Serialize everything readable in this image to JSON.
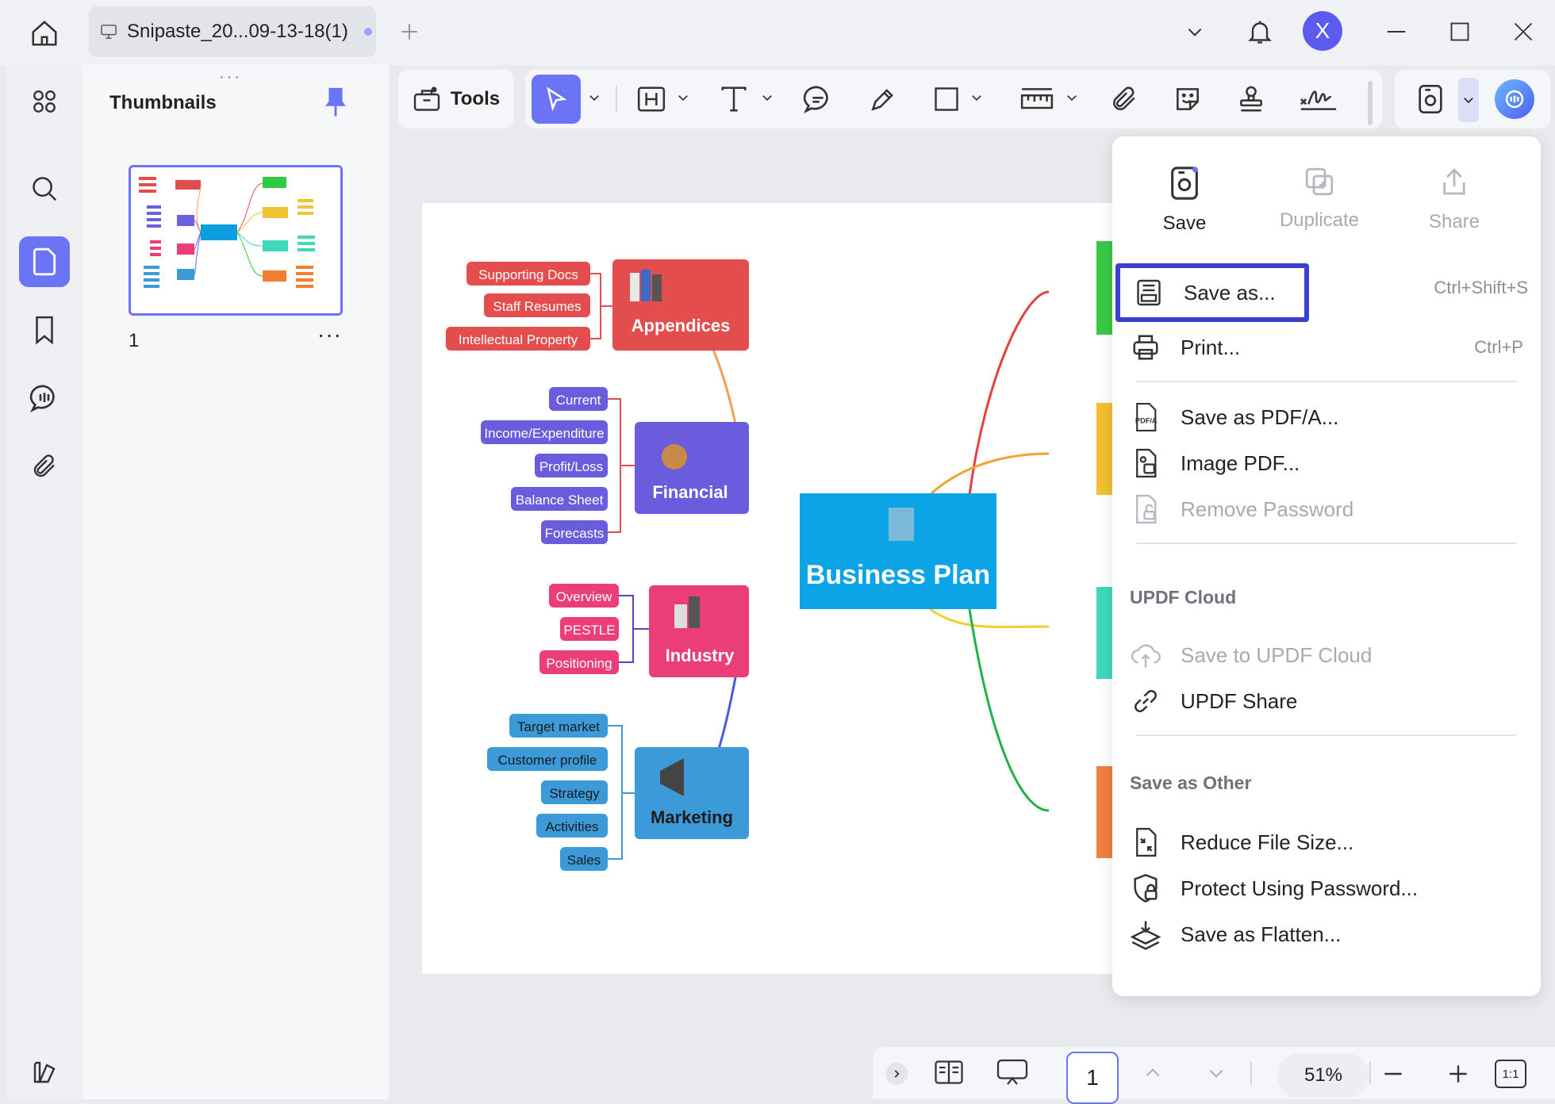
{
  "tab": {
    "title": "Snipaste_20...09-13-18(1)"
  },
  "user": {
    "avatar_letter": "X"
  },
  "thumbnails": {
    "title": "Thumbnails",
    "page_number": "1",
    "more": "···"
  },
  "toolbar": {
    "tools_label": "Tools"
  },
  "mindmap": {
    "center": "Business Plan",
    "appendices": {
      "title": "Appendices",
      "items": [
        "Supporting Docs",
        "Staff Resumes",
        "Intellectual Property"
      ]
    },
    "financial": {
      "title": "Financial",
      "items": [
        "Current",
        "Income/Expenditure",
        "Profit/Loss",
        "Balance Sheet",
        "Forecasts"
      ]
    },
    "industry": {
      "title": "Industry",
      "items": [
        "Overview",
        "PESTLE",
        "Positioning"
      ]
    },
    "marketing": {
      "title": "Marketing",
      "items": [
        "Target market",
        "Customer profile",
        "Strategy",
        "Activities",
        "Sales"
      ]
    }
  },
  "menu": {
    "quick_actions": [
      {
        "label": "Save",
        "icon": "save-icon",
        "enabled": true
      },
      {
        "label": "Duplicate",
        "icon": "duplicate-icon",
        "enabled": false
      },
      {
        "label": "Share",
        "icon": "share-icon",
        "enabled": false
      }
    ],
    "save_as": {
      "label": "Save as...",
      "shortcut": "Ctrl+Shift+S"
    },
    "print": {
      "label": "Print...",
      "shortcut": "Ctrl+P"
    },
    "save_pdfa": {
      "label": "Save as PDF/A..."
    },
    "image_pdf": {
      "label": "Image PDF..."
    },
    "remove_password": {
      "label": "Remove Password"
    },
    "cloud_section": "UPDF Cloud",
    "save_cloud": {
      "label": "Save to UPDF Cloud"
    },
    "updf_share": {
      "label": "UPDF Share"
    },
    "other_section": "Save as Other",
    "reduce": {
      "label": "Reduce File Size..."
    },
    "protect": {
      "label": "Protect Using Password..."
    },
    "flatten": {
      "label": "Save as Flatten..."
    }
  },
  "bottom": {
    "page": "1",
    "zoom": "51%",
    "fit_label": "1:1"
  },
  "colors": {
    "accent": "#6b74f5",
    "selection_border": "#3d3fcf"
  }
}
